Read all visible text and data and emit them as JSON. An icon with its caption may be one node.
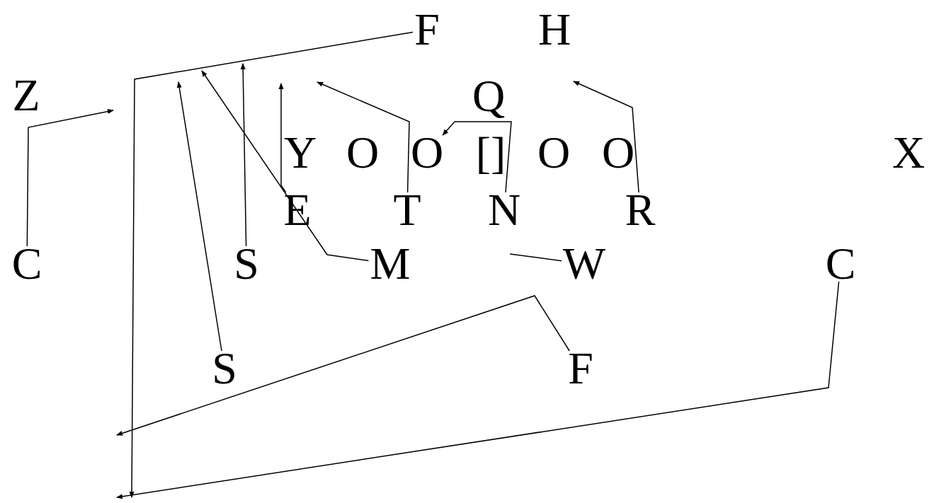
{
  "diagram": {
    "nodes": [
      {
        "text": [
          "F"
        ]
      },
      {
        "text": [
          "H"
        ]
      },
      {
        "text": [
          "Z"
        ]
      },
      {
        "text": [
          "Q"
        ]
      },
      {
        "text": [
          "Y"
        ]
      },
      {
        "text": [
          "O"
        ]
      },
      {
        "text": [
          "O"
        ]
      },
      {
        "text": [
          "[]"
        ]
      },
      {
        "text": [
          "O"
        ]
      },
      {
        "text": [
          "O"
        ]
      },
      {
        "text": [
          "X"
        ]
      },
      {
        "text": [
          "E"
        ]
      },
      {
        "text": [
          "T"
        ]
      },
      {
        "text": [
          "N"
        ]
      },
      {
        "text": [
          "R"
        ]
      },
      {
        "text": [
          "C"
        ]
      },
      {
        "text": [
          "S"
        ]
      },
      {
        "text": [
          "M"
        ]
      },
      {
        "text": [
          "W"
        ]
      },
      {
        "text": [
          "C"
        ]
      },
      {
        "text": [
          "S"
        ]
      },
      {
        "text": [
          "F"
        ]
      }
    ],
    "edges": [
      {
        "from": 15,
        "to": null,
        "arrow": "to"
      },
      {
        "from": 16,
        "to": null,
        "arrow": "to"
      },
      {
        "from": 11,
        "to": null,
        "arrow": "to"
      },
      {
        "from": 12,
        "to": null,
        "arrow": "to"
      },
      {
        "from": 13,
        "to": 6,
        "arrow": "to"
      },
      {
        "from": 14,
        "to": null,
        "arrow": "to"
      },
      {
        "from": 17,
        "to": null,
        "arrow": "to"
      },
      {
        "from": 18,
        "to": null,
        "arrow": "none"
      },
      {
        "from": 20,
        "to": null,
        "arrow": "to"
      },
      {
        "from": 21,
        "to": null,
        "arrow": "to"
      },
      {
        "from": 19,
        "to": null,
        "arrow": "to"
      },
      {
        "from": 0,
        "to": null,
        "arrow": "to"
      }
    ]
  }
}
